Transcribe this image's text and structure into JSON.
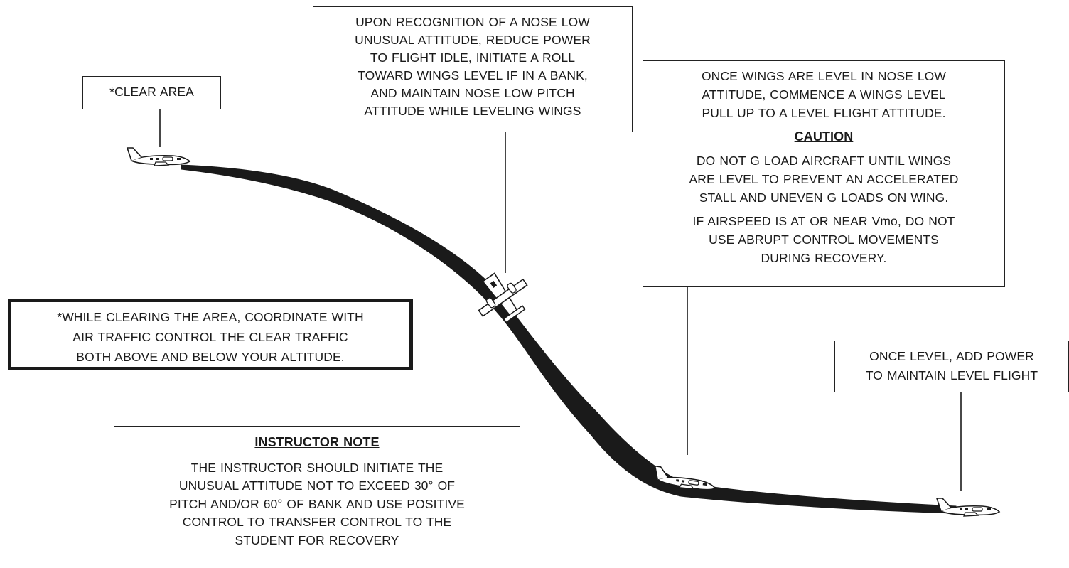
{
  "clear_area": {
    "text": "*CLEAR AREA"
  },
  "nose_low_box": {
    "lines": [
      "UPON RECOGNITION OF A NOSE LOW",
      "UNUSUAL ATTITUDE, REDUCE POWER",
      "TO FLIGHT IDLE, INITIATE A ROLL",
      "TOWARD WINGS LEVEL IF IN A BANK,",
      "AND MAINTAIN NOSE LOW PITCH",
      "ATTITUDE WHILE LEVELING WINGS"
    ]
  },
  "wings_level_box": {
    "intro_lines": [
      "ONCE WINGS ARE LEVEL IN NOSE LOW",
      "ATTITUDE, COMMENCE A WINGS LEVEL",
      "PULL UP TO A LEVEL FLIGHT ATTITUDE."
    ],
    "caution_heading": "CAUTION",
    "caution_lines": [
      "DO NOT G LOAD AIRCRAFT UNTIL WINGS",
      "ARE LEVEL TO PREVENT AN ACCELERATED",
      "STALL AND UNEVEN G LOADS ON WING."
    ],
    "airspeed_lines": [
      "IF AIRSPEED IS AT OR NEAR Vmo, DO NOT",
      "USE ABRUPT CONTROL MOVEMENTS",
      "DURING RECOVERY."
    ]
  },
  "clearing_box": {
    "lines": [
      "*WHILE CLEARING THE AREA, COORDINATE WITH",
      "AIR TRAFFIC CONTROL THE CLEAR TRAFFIC",
      "BOTH ABOVE AND BELOW YOUR ALTITUDE."
    ]
  },
  "once_level_box": {
    "lines": [
      "ONCE LEVEL, ADD POWER",
      "TO MAINTAIN LEVEL FLIGHT"
    ]
  },
  "instructor_note": {
    "heading": "INSTRUCTOR NOTE",
    "lines": [
      "THE INSTRUCTOR SHOULD INITIATE THE",
      "UNUSUAL ATTITUDE NOT TO EXCEED 30° OF",
      "PITCH AND/OR 60° OF BANK AND USE POSITIVE",
      "CONTROL TO TRANSFER CONTROL TO THE",
      "STUDENT FOR RECOVERY"
    ]
  },
  "colors": {
    "ink": "#1a1a1a",
    "background": "#ffffff"
  },
  "icons": {
    "aircraft": "airplane-icon"
  }
}
